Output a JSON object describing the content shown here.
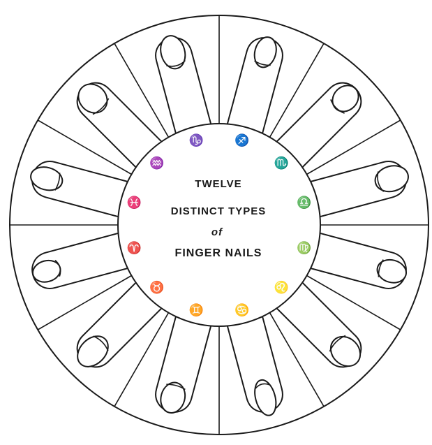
{
  "diagram": {
    "title_lines": [
      "TWELVE",
      "DISTINCT TYPES",
      "of",
      "FINGER NAILS"
    ],
    "zodiac_signs": [
      "♑",
      "♐",
      "♏",
      "♎",
      "♍",
      "♌",
      "♋",
      "♊",
      "♉",
      "♈",
      "♓",
      "♒"
    ],
    "sections": 12,
    "ink_color": "#1a1a1a",
    "paper_color": "#ffffff"
  }
}
